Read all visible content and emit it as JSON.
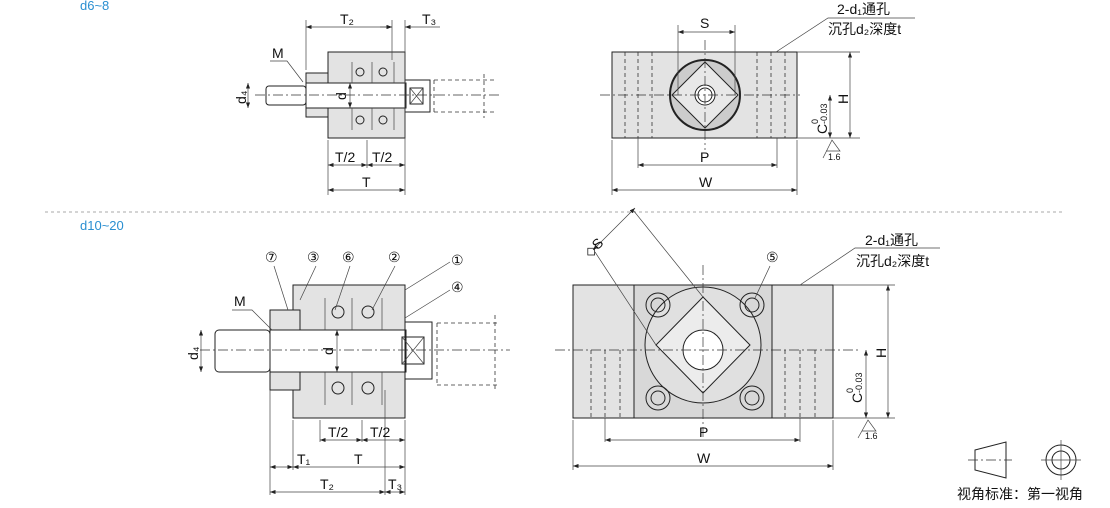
{
  "sections": [
    {
      "label": "d6~8"
    },
    {
      "label": "d10~20"
    }
  ],
  "dims": {
    "T": "T",
    "T_half": "T/2",
    "T1": "T₁",
    "T2": "T₂",
    "T3": "T₃",
    "M": "M",
    "d": "d",
    "d4": "d₄",
    "S": "S",
    "S_sq": "◇S",
    "P": "P",
    "W": "W",
    "H": "H",
    "C": "C",
    "C_tol_upper": "0",
    "C_tol_lower": "-0.03",
    "roughness": "1.6"
  },
  "hole_note": {
    "line1": "2-d₁通孔",
    "line2": "沉孔d₂深度t"
  },
  "balloons": [
    "①",
    "②",
    "③",
    "④",
    "⑤",
    "⑥",
    "⑦"
  ],
  "projection_note": "视角标准：第一视角",
  "colors": {
    "section_label": "#2a8fd1",
    "body_fill": "#e3e3e3"
  }
}
